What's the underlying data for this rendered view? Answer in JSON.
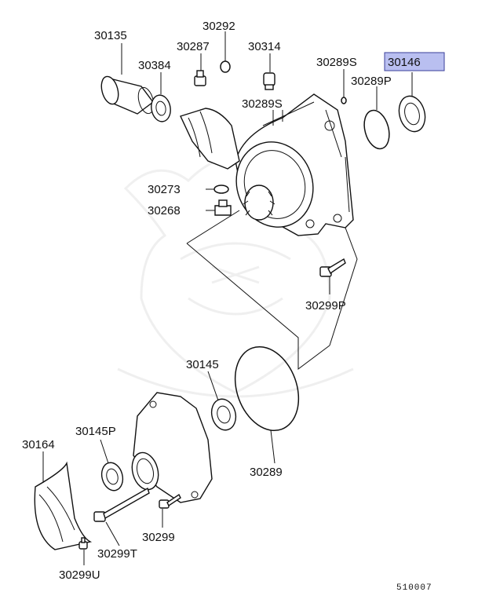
{
  "diagram": {
    "highlight_color": "#b9bff0",
    "highlighted_part": "30146",
    "labels": {
      "p30135": "30135",
      "p30292": "30292",
      "p30287": "30287",
      "p30314": "30314",
      "p30384": "30384",
      "p30289S_top": "30289S",
      "p30146": "30146",
      "p30289P": "30289P",
      "p30289S": "30289S",
      "p30273": "30273",
      "p30268": "30268",
      "p30299P": "30299P",
      "p30145": "30145",
      "p30145P": "30145P",
      "p30164": "30164",
      "p30289": "30289",
      "p30299": "30299",
      "p30299T": "30299T",
      "p30299U": "30299U"
    },
    "figure_number": "510007"
  }
}
